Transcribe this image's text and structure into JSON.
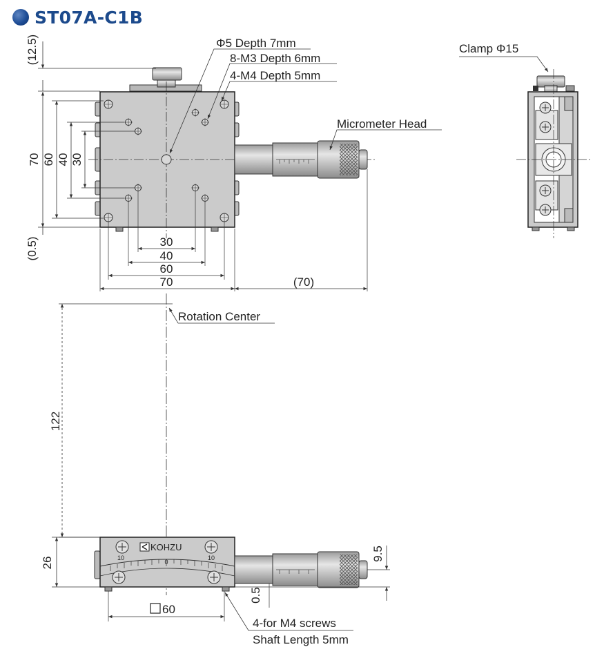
{
  "title": "ST07A-C1B",
  "colors": {
    "title": "#1c4a8c",
    "stage_fill": "#c9c9c9",
    "stage_dark": "#8a8a8a",
    "line": "#333333"
  },
  "top_view": {
    "callouts": {
      "phi5": "Φ5 Depth 7mm",
      "m3": "8-M3 Depth 6mm",
      "m4": "4-M4 Depth 5mm",
      "micrometer": "Micrometer Head"
    },
    "dims": {
      "d12_5": "(12.5)",
      "d70v": "70",
      "d60v": "60",
      "d40v": "40",
      "d30v": "30",
      "d0_5": "(0.5)",
      "d30h": "30",
      "d40h": "40",
      "d60h": "60",
      "d70h": "70",
      "d70p": "(70)"
    }
  },
  "side_view": {
    "clamp": "Clamp Φ15"
  },
  "rotation": {
    "label": "Rotation Center",
    "dim122": "122"
  },
  "front_view": {
    "brand": "KOHZU",
    "scale_left": "10",
    "scale_mid": "0",
    "scale_right": "10",
    "dim26": "26",
    "dim9_5": "9.5",
    "dim0_5": "0.5",
    "dim60": "60",
    "note1": "4-for M4 screws",
    "note2": "Shaft Length 5mm"
  }
}
